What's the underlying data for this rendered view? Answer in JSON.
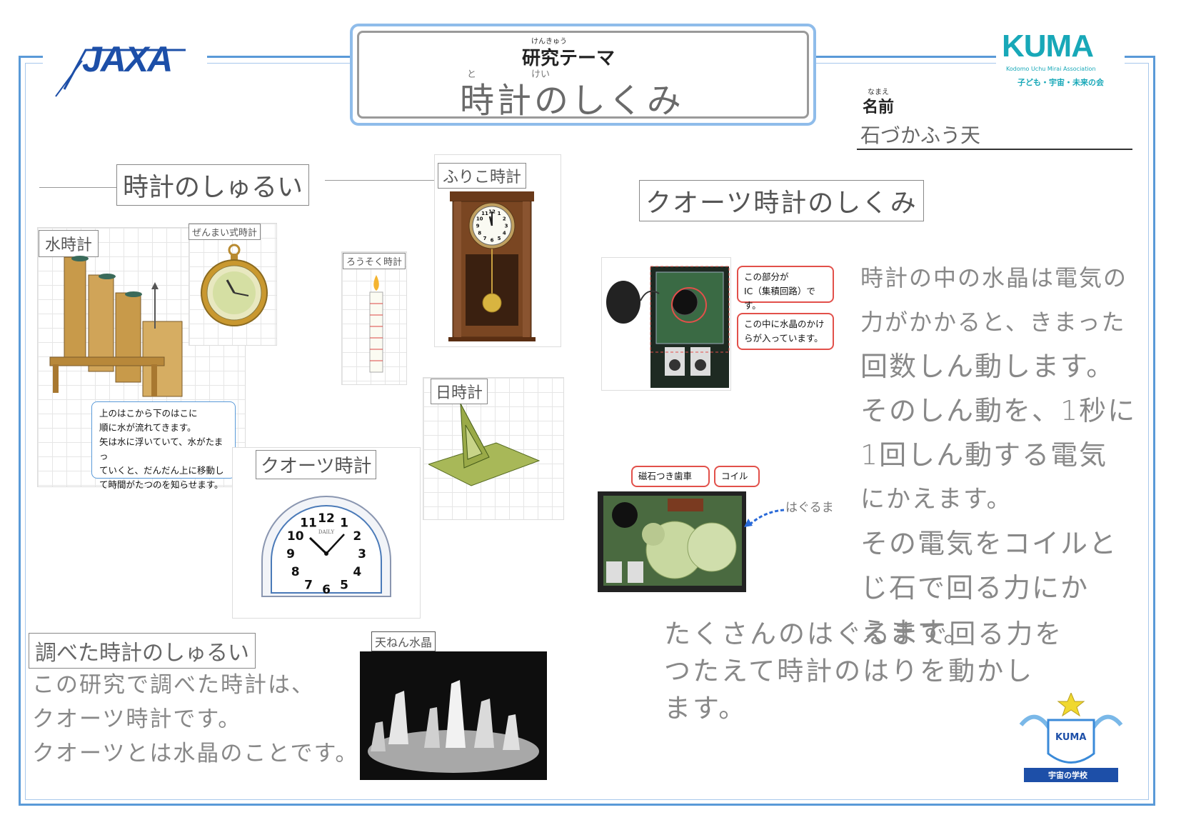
{
  "header": {
    "theme_ruby": "けんきゅう",
    "theme_label": "研究テーマ",
    "title": "時計のしくみ",
    "title_ruby_left": "と",
    "title_ruby_right": "けい"
  },
  "logos": {
    "jaxa": "JAXA",
    "kuma": "KUMA",
    "kuma_tagline": "Kodomo Uchu Mirai Association",
    "kuma_jp": "子ども・宇宙・未来の会",
    "school_badge_name": "KUMA",
    "school_badge_label": "宇宙の学校"
  },
  "name_section": {
    "label_ruby": "なまえ",
    "label": "名前",
    "value": "石づかふう天"
  },
  "types_section": {
    "heading": "時計のしゅるい",
    "water_clock": {
      "label": "水時計",
      "note_lines": [
        "上のはこから下のはこに",
        "順に水が流れてきます。",
        "矢は水に浮いていて、水がたまっ",
        "ていくと、だんだん上に移動し",
        "て時間がたつのを知らせます。"
      ]
    },
    "spring_clock": {
      "label": "ぜんまい式時計"
    },
    "candle_clock": {
      "label": "ろうそく時計"
    },
    "pendulum_clock": {
      "label": "ふりこ時計"
    },
    "sundial": {
      "label": "日時計"
    },
    "quartz_clock": {
      "label": "クオーツ時計",
      "brand": "DAILY"
    }
  },
  "clock_faces": {
    "pendulum_numbers": [
      "12",
      "1",
      "2",
      "3",
      "4",
      "5",
      "6",
      "7",
      "8",
      "9",
      "10",
      "11"
    ],
    "quartz_numbers": [
      "12",
      "1",
      "2",
      "3",
      "4",
      "5",
      "6",
      "7",
      "8",
      "9",
      "10",
      "11"
    ]
  },
  "quartz_section": {
    "heading": "クオーツ時計のしくみ",
    "callout_ic_lines": [
      "この部分が",
      "IC（集積回路）です。"
    ],
    "callout_crystal_lines": [
      "この中に水晶のかけ",
      "らが入っています。"
    ],
    "label_gear": "磁石つき歯車",
    "label_coil": "コイル",
    "label_gears_hand": "はぐるま",
    "explanation_lines": [
      "時計の中の水晶は電気の",
      "力がかかると、きまった",
      "回数しん動します。",
      "そのしん動を、1秒に",
      "1回しん動する電気",
      "にかえます。",
      "その電気をコイルと",
      "じ石で回る力にか",
      "えます。"
    ],
    "bottom_lines": [
      "たくさんのはぐるまで回る力を",
      "つたえて時計のはりを動かし",
      "ます。"
    ]
  },
  "summary_section": {
    "heading": "調べた時計のしゅるい",
    "lines": [
      "この研究で調べた時計は、",
      "クオーツ時計です。",
      "クオーツとは水晶のことです。"
    ],
    "crystal_photo_label": "天ねん水晶"
  },
  "colors": {
    "frame_blue": "#5a9ad8",
    "jaxa_blue": "#1d4fa8",
    "kuma_teal": "#18a8b8",
    "callout_red": "#e2504a",
    "wood": "#c89a4a"
  }
}
